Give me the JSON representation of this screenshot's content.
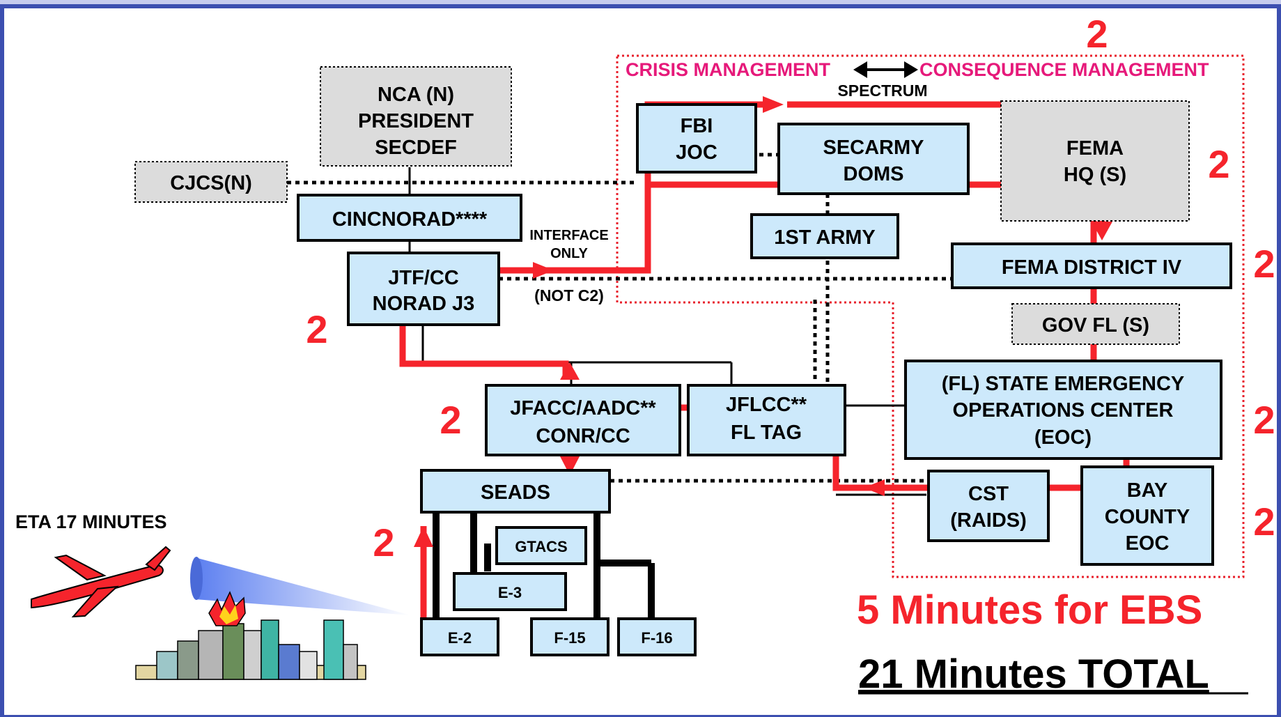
{
  "nodes": {
    "nca": [
      "NCA (N)",
      "PRESIDENT",
      "SECDEF"
    ],
    "cjcs": [
      "CJCS(N)"
    ],
    "cincnorad": [
      "CINCNORAD****"
    ],
    "jtfcc": [
      "JTF/CC",
      "NORAD J3"
    ],
    "jfacc": [
      "JFACC/AADC**",
      "CONR/CC"
    ],
    "jflcc": [
      "JFLCC**",
      "FL TAG"
    ],
    "seads": [
      "SEADS"
    ],
    "gtacs": [
      "GTACS"
    ],
    "e3": [
      "E-3"
    ],
    "e2": [
      "E-2"
    ],
    "f15": [
      "F-15"
    ],
    "f16": [
      "F-16"
    ],
    "fbi": [
      "FBI",
      "JOC"
    ],
    "secarmy": [
      "SECARMY",
      "DOMS"
    ],
    "first_army": [
      "1ST ARMY"
    ],
    "fema_hq": [
      "FEMA",
      "HQ (S)"
    ],
    "fema_district": [
      "FEMA DISTRICT IV"
    ],
    "gov_fl": [
      "GOV FL (S)"
    ],
    "state_eoc": [
      "(FL) STATE EMERGENCY",
      "OPERATIONS CENTER",
      "(EOC)"
    ],
    "cst": [
      "CST",
      "(RAIDS)"
    ],
    "bay_county": [
      "BAY",
      "COUNTY",
      "EOC"
    ]
  },
  "labels": {
    "crisis": "CRISIS MANAGEMENT",
    "consequence": "CONSEQUENCE MANAGEMENT",
    "spectrum": "SPECTRUM",
    "interface": [
      "INTERFACE",
      "ONLY",
      "(NOT C2)"
    ],
    "eta": "ETA 17 MINUTES",
    "ebs": "5 Minutes for EBS",
    "total": "21 Minutes TOTAL",
    "step_minutes": "2"
  },
  "colors": {
    "box_fill": "#cde9fb",
    "gray_fill": "#dcdcdc",
    "path_red": "#f5242c",
    "magenta": "#e6197a",
    "frame_blue": "#3c4fb0"
  }
}
